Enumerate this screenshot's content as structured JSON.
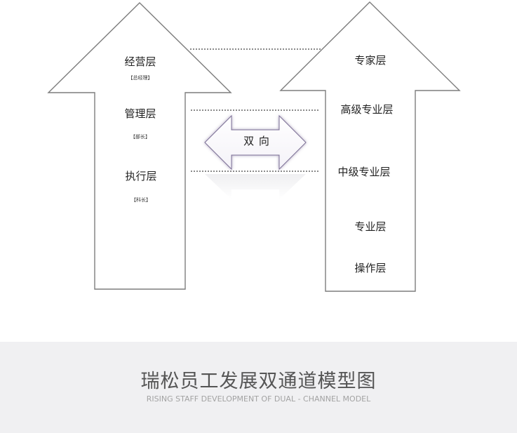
{
  "left_column": {
    "levels": [
      {
        "label": "经营层",
        "sub": "【总经理】"
      },
      {
        "label": "管理层",
        "sub": "【部长】"
      },
      {
        "label": "执行层",
        "sub": "【科长】"
      }
    ]
  },
  "right_column": {
    "levels": [
      {
        "label": "专家层"
      },
      {
        "label": "高级专业层"
      },
      {
        "label": "中级专业层"
      },
      {
        "label": "专业层"
      },
      {
        "label": "操作层"
      }
    ]
  },
  "center_arrow": {
    "label": "双 向"
  },
  "footer": {
    "title": "瑞松员工发展双通道模型图",
    "subtitle": "RISING STAFF DEVELOPMENT OF DUAL - CHANNEL MODEL"
  }
}
